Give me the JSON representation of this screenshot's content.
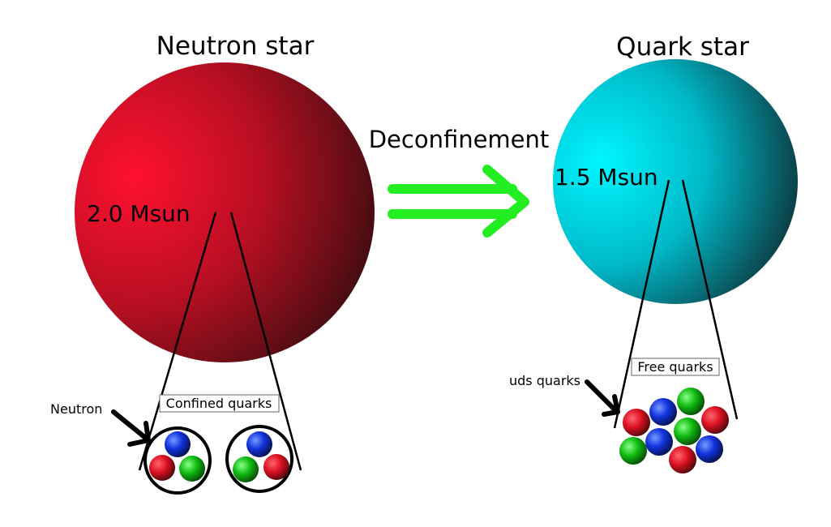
{
  "neutron_star": {
    "title": "Neutron star",
    "mass": "2.0 Msun",
    "box_label": "Confined quarks",
    "pointer_label": "Neutron",
    "color": "#ff1030"
  },
  "transition": {
    "label": "Deconfinement",
    "color": "#22ee22"
  },
  "quark_star": {
    "title": "Quark star",
    "mass": "1.5 Msun",
    "box_label": "Free quarks",
    "pointer_label": "uds quarks",
    "color": "#00eeff"
  },
  "quark_colors": {
    "red": "#dd1122",
    "green": "#11bb11",
    "blue": "#1133dd"
  }
}
